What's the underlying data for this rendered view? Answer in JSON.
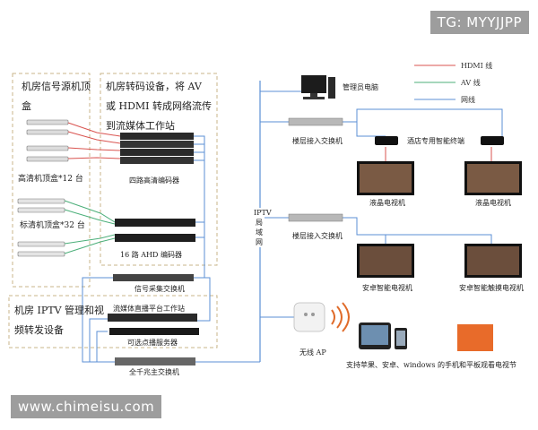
{
  "watermarks": {
    "top": "TG: MYYJJPP",
    "bottom": "www.chimeisu.com"
  },
  "legend": {
    "hdmi": "HDMI 线",
    "av": "AV 线",
    "net": "网线"
  },
  "colors": {
    "hdmi": "#d9534f",
    "av": "#4caf7a",
    "net": "#5b8fd6",
    "zone_border": "#c8b68a",
    "device": "#2a2a2a"
  },
  "zones": {
    "source": "机房信号源机顶盒",
    "convert": "机房转码设备，将 AV 或 HDMI 转成网络流传到流媒体工作站",
    "iptv": "机房 IPTV 管理和视频转发设备"
  },
  "left": {
    "hd_stb": "高清机顶盒*12 台",
    "sd_stb": "标清机顶盒*32 台",
    "hd_encoder": "四路高清编码器",
    "ahd_encoder": "16 路 AHD 编码器",
    "signal_switch": "信号采集交换机",
    "stream_station": "流媒体直播平台工作站",
    "vod_server": "可选点播服务器",
    "core_switch": "全千兆主交换机"
  },
  "backbone": "IPTV 局域网",
  "right": {
    "admin_pc": "管理员电脑",
    "floor_switch_1": "楼层接入交换机",
    "hotel_terminal": "酒店专用智能终端",
    "lcd_tv_1": "液晶电视机",
    "lcd_tv_2": "液晶电视机",
    "floor_switch_2": "楼层接入交换机",
    "android_tv": "安卓智能电视机",
    "android_touch_tv": "安卓智能触摸电视机",
    "wireless_ap": "无线 AP",
    "devices_caption": "支持苹果、安卓、windows 的手机和平板观看电视节"
  }
}
